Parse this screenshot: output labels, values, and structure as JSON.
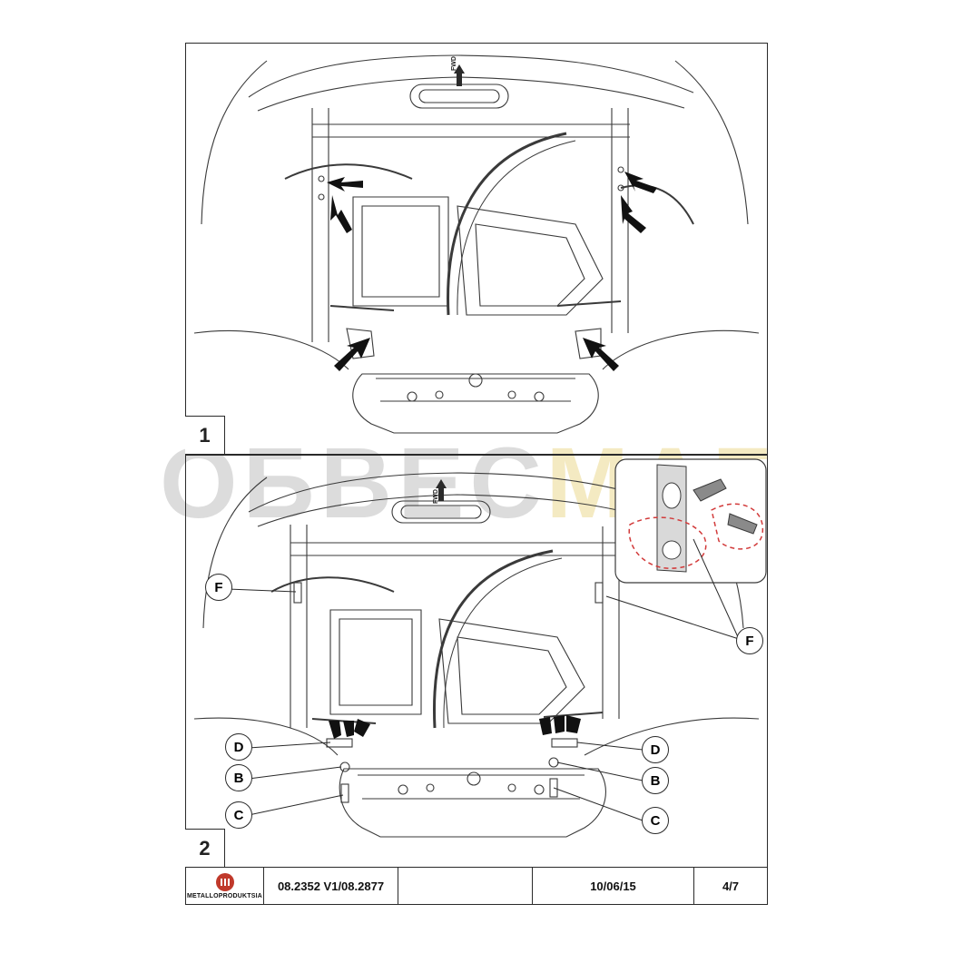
{
  "panels": [
    {
      "number": "1"
    },
    {
      "number": "2"
    }
  ],
  "direction_marker": "FWD",
  "watermark": {
    "part1": "ОБВЕС",
    "part2": "МАГ"
  },
  "callouts": {
    "F_left": "F",
    "F_right": "F",
    "D_left": "D",
    "D_right": "D",
    "B_left": "B",
    "B_right": "B",
    "C_left": "C",
    "C_right": "C"
  },
  "footer": {
    "logo_text": "METALLOPRODUKTSIA",
    "part_number": "08.2352 V1/08.2877",
    "empty": "",
    "date": "10/06/15",
    "page": "4/7"
  },
  "colors": {
    "line": "#3a3a3a",
    "arrow": "#111111",
    "highlight_dashed": "#d23a3a",
    "logo_red": "#c0392b",
    "watermark_gray": "#d6d6d6",
    "watermark_yellow": "#f3e7b8"
  }
}
